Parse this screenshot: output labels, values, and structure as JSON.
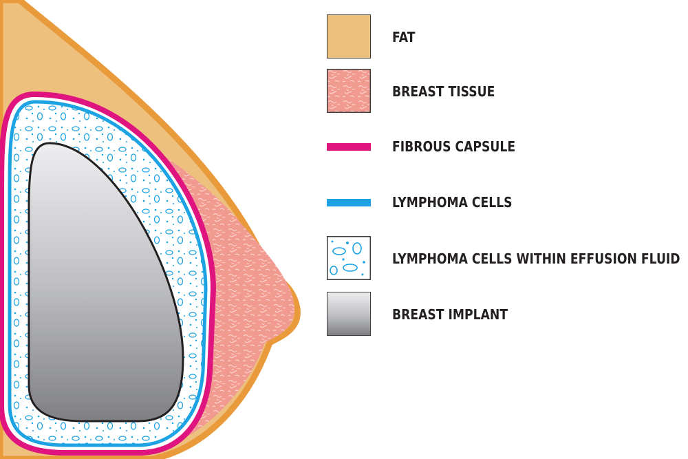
{
  "colors": {
    "fat": "#edc07e",
    "fat_outline": "#e99a3b",
    "breast_tissue": "#f19a90",
    "fibrous_capsule": "#e0147f",
    "lymphoma_cells": "#1da3e3",
    "effusion_fluid_bg": "#ffffff",
    "implant_light": "#e8e8ea",
    "implant_dark": "#8a8b8f",
    "outline": "#231f20"
  },
  "legend": {
    "items": [
      {
        "key": "fat",
        "label": "FAT",
        "swatch": "box",
        "icon": "fat-swatch"
      },
      {
        "key": "breast_tissue",
        "label": "BREAST TISSUE",
        "swatch": "box",
        "icon": "breast-tissue-swatch"
      },
      {
        "key": "fibrous_capsule",
        "label": "FIBROUS CAPSULE",
        "swatch": "bar",
        "icon": "fibrous-capsule-swatch"
      },
      {
        "key": "lymphoma_cells",
        "label": "LYMPHOMA CELLS",
        "swatch": "bar",
        "icon": "lymphoma-cells-swatch"
      },
      {
        "key": "effusion_fluid",
        "label": "LYMPHOMA CELLS WITHIN EFFUSION FLUID",
        "swatch": "box",
        "icon": "effusion-fluid-swatch"
      },
      {
        "key": "implant",
        "label": "BREAST IMPLANT",
        "swatch": "box",
        "icon": "breast-implant-swatch"
      }
    ]
  }
}
